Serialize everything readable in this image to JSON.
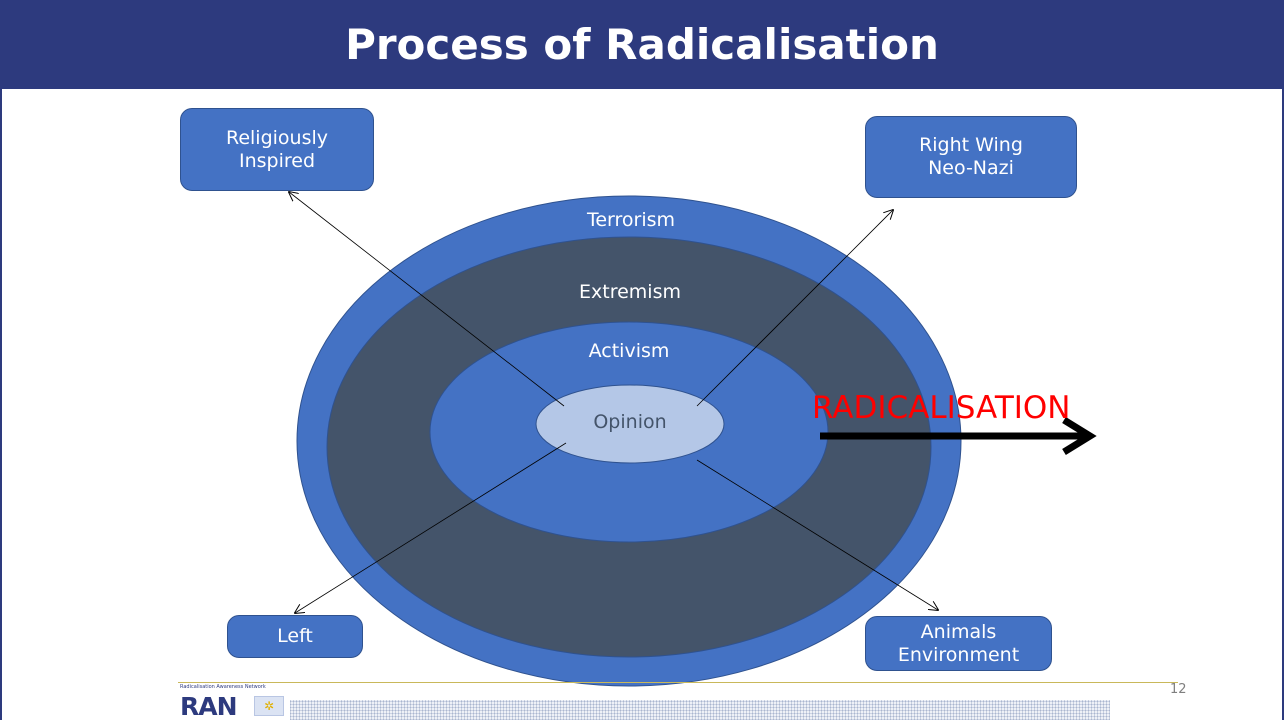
{
  "title": "Process of Radicalisation",
  "rings": {
    "outer": "Terrorism",
    "second": "Extremism",
    "third": "Activism",
    "core": "Opinion"
  },
  "directions": {
    "top_left": "Religiously\nInspired",
    "top_right": "Right Wing\nNeo-Nazi",
    "bottom_left": "Left",
    "bottom_right": "Animals\nEnvironment"
  },
  "arrow_label": "RADICALISATION",
  "footer": {
    "logo_tagline": "Radicalisation Awareness Network",
    "logo_text": "RAN",
    "flag_icon": "eu-flag-icon",
    "page_number": "12"
  },
  "colors": {
    "title_bar": "#2d3a7e",
    "outer_ring": "#4472c4",
    "extremism_ring": "#44546a",
    "activism_ring": "#4472c4",
    "opinion_core": "#b4c7e7",
    "arrow_label": "#ff0000",
    "arrow": "#000000"
  }
}
